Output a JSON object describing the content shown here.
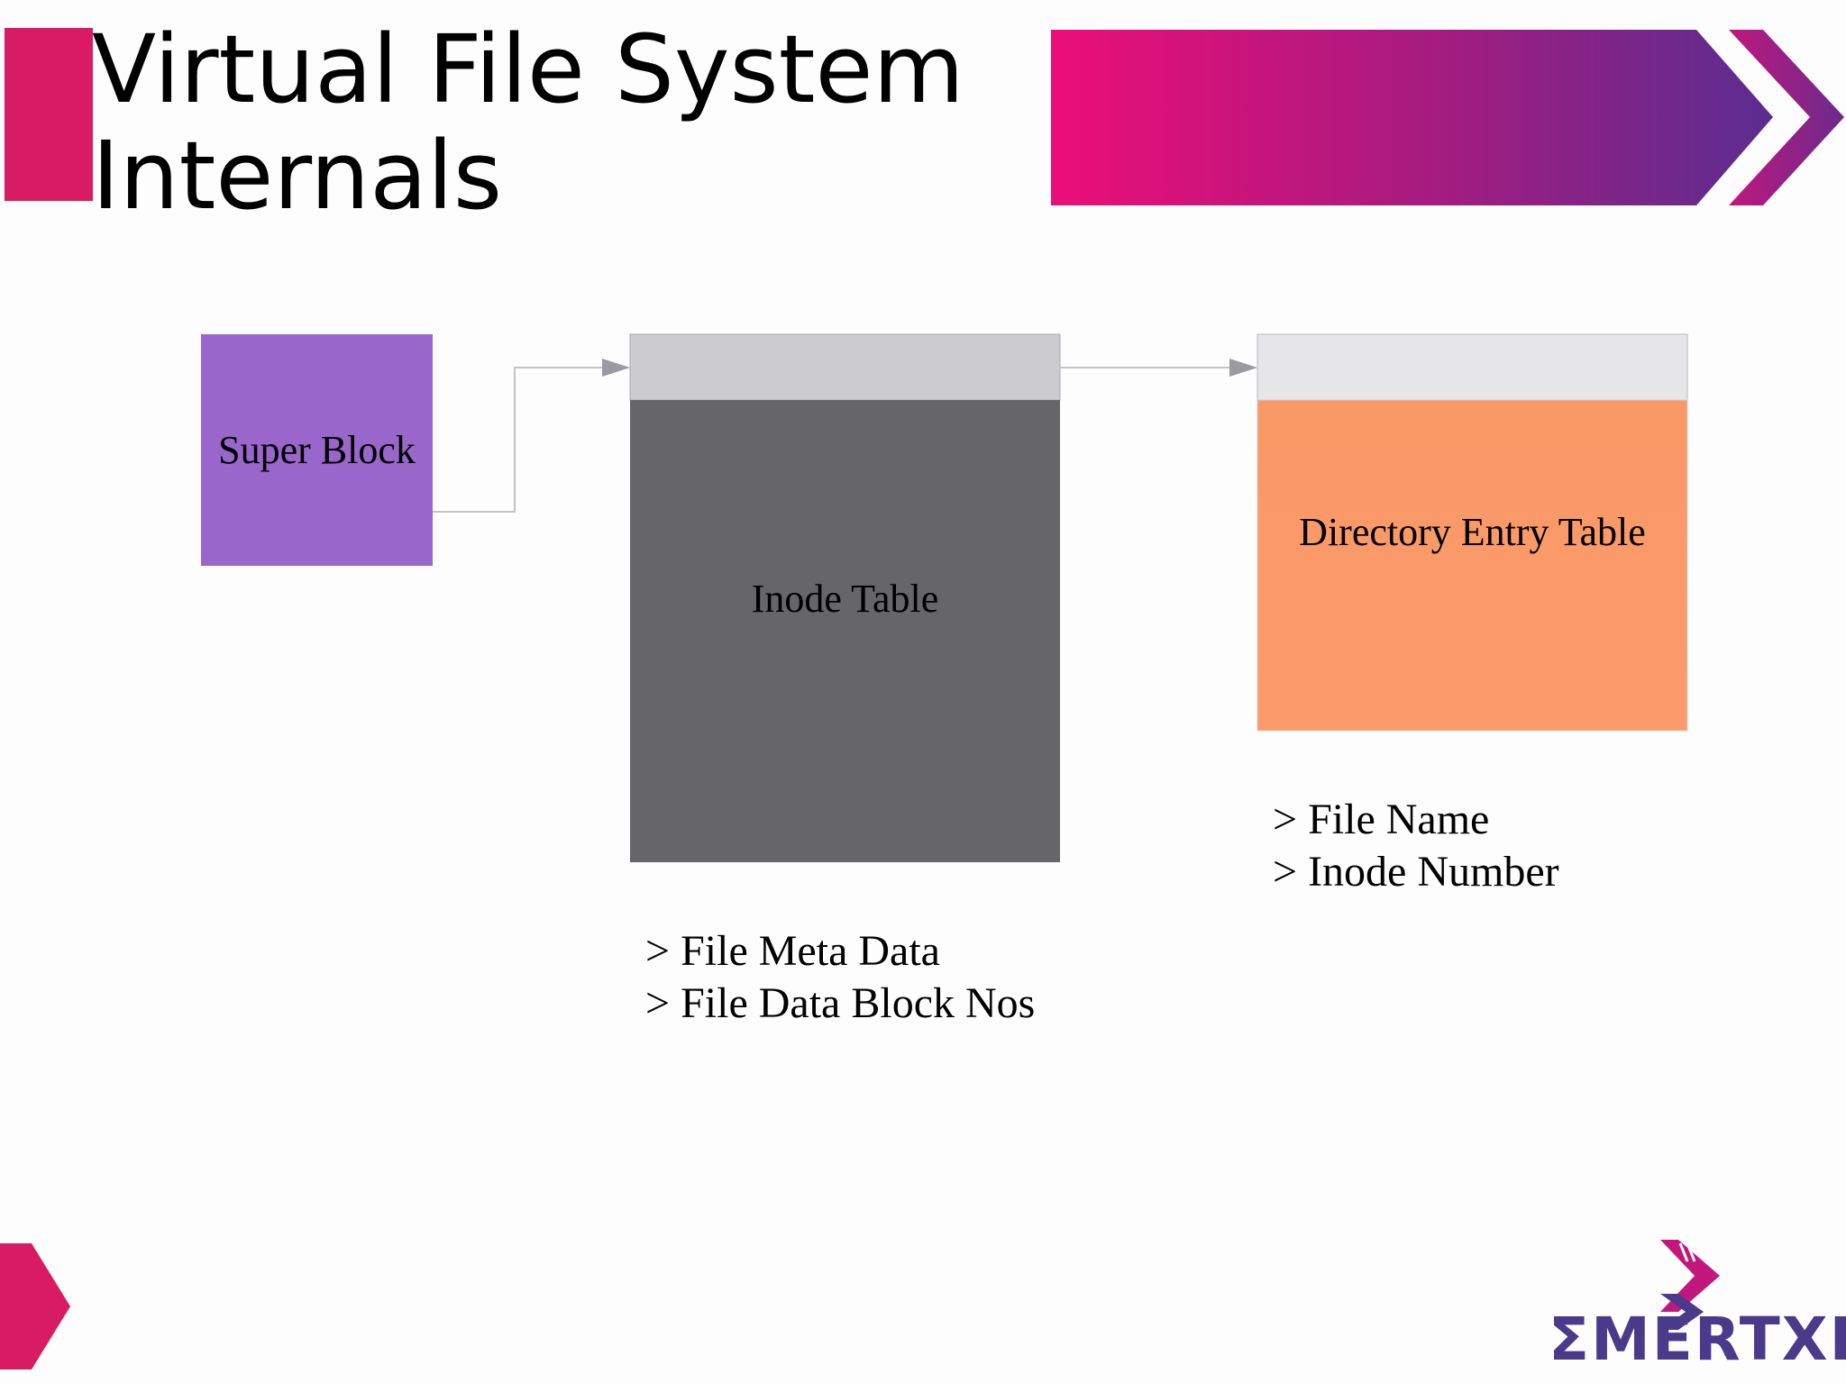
{
  "title": {
    "line1": "Virtual File System",
    "line2": "Internals"
  },
  "diagram": {
    "super_block": {
      "label": "Super Block",
      "color": "#9966cc"
    },
    "inode_table": {
      "label": "Inode Table",
      "color": "#666568",
      "header_color": "#cbcacd",
      "notes": [
        "> File Meta Data",
        "> File Data Block Nos"
      ]
    },
    "directory_entry_table": {
      "label": "Directory Entry Table",
      "color": "#f99966",
      "header_color": "#e6e6e8",
      "notes": [
        "> File Name",
        "> Inode Number"
      ]
    }
  },
  "branding": {
    "logo_text": "ΣMERTXE",
    "accent_pink": "#e8137a",
    "accent_purple": "#5a2d91"
  }
}
